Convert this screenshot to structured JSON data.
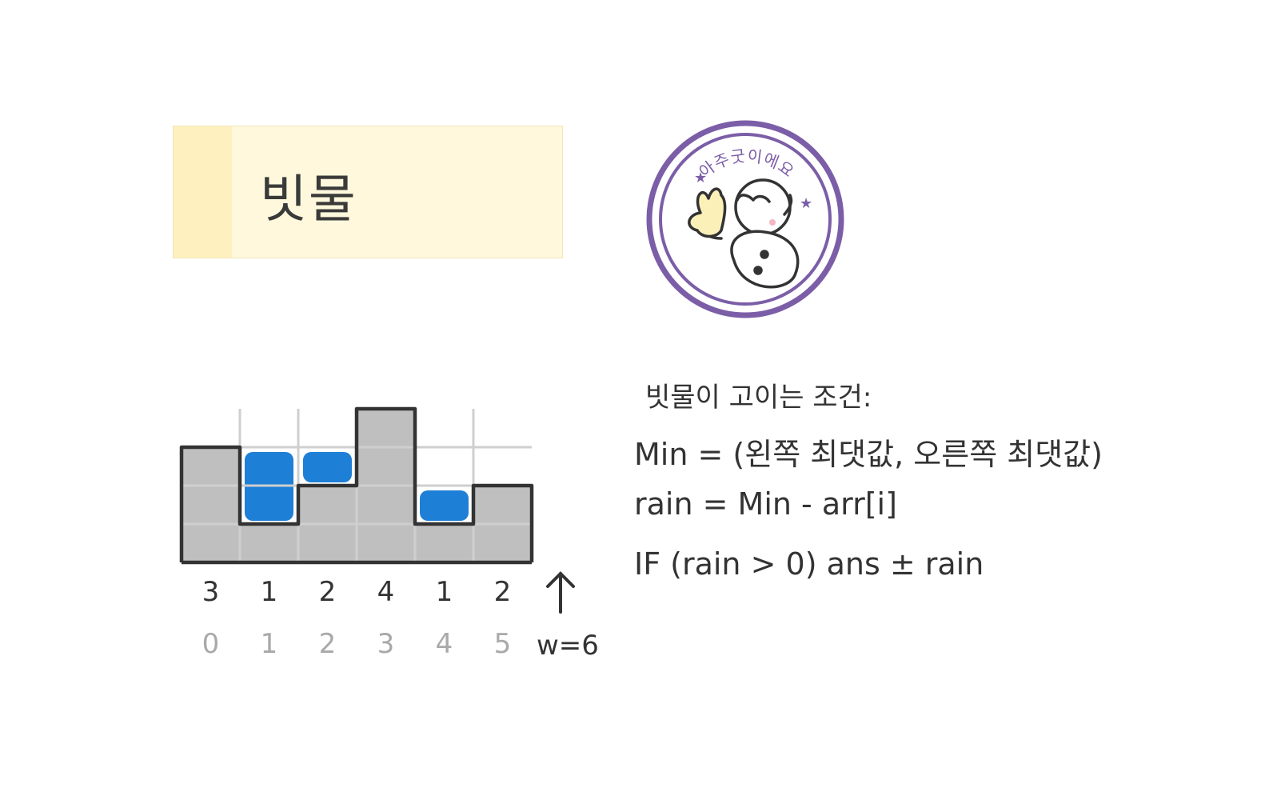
{
  "title": "빗물",
  "stamp": {
    "text": "아주굿이에요",
    "ring_color": "#7b5ea7"
  },
  "diagram": {
    "heights": [
      "3",
      "1",
      "2",
      "4",
      "1",
      "2"
    ],
    "indices": [
      "0",
      "1",
      "2",
      "3",
      "4",
      "5"
    ],
    "width_label": "w=6",
    "wall_color": "#a9a9a9",
    "water_color": "#1e7fd6",
    "outline_color": "#333333"
  },
  "notes": {
    "heading": "빗물이 고이는 조건:",
    "line1": "Min = (왼쪽 최댓값, 오른쪽 최댓값)",
    "line2": "rain = Min - arr[i]",
    "line3": "IF (rain > 0)  ans ± rain"
  }
}
